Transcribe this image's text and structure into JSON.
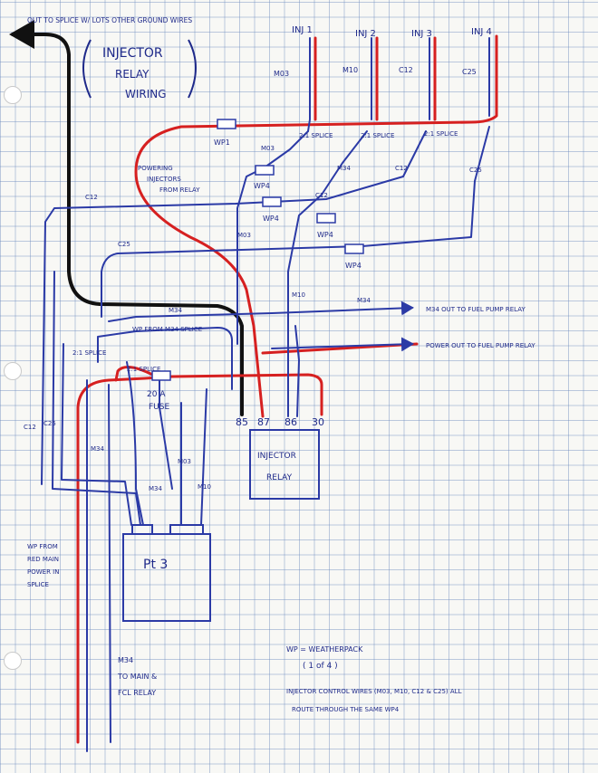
{
  "title": {
    "line1": "INJECTOR",
    "line2": "RELAY",
    "line3": "WIRING"
  },
  "top_note": "OUT TO SPLICE W/ LOTS OTHER GROUND WIRES",
  "injectors": [
    "INJ 1",
    "INJ 2",
    "INJ 3",
    "INJ 4"
  ],
  "top_wire_labels": [
    "M03",
    "M10",
    "C12",
    "C25"
  ],
  "splices": [
    "2:1 SPLICE",
    "2:1 SPLICE",
    "2:1 SPLICE"
  ],
  "wp_labels": {
    "wp1": "WP1",
    "wp4a": "WP4",
    "wp4b": "WP4",
    "wp4c": "WP4",
    "wp4d": "WP4"
  },
  "mid_wire_labels": {
    "m03a": "M03",
    "m03b": "M03",
    "m34a": "M34",
    "c12a": "C12",
    "c12b": "C12",
    "c12c": "C12",
    "c25a": "C25",
    "c25b": "C25",
    "m10a": "M10",
    "m34b": "M34",
    "m34c": "M34"
  },
  "powering_note": {
    "l1": "POWERING",
    "l2": "INJECTORS",
    "l3": "FROM RELAY"
  },
  "right_notes": {
    "pump": "M34 OUT TO FUEL PUMP RELAY",
    "power": "POWER OUT TO FUEL PUMP RELAY"
  },
  "left_notes": {
    "wp_from_m34": "WP FROM M34 SPLICE",
    "splice_a": "2:1 SPLICE",
    "splice_b": "2:1 SPLICE",
    "fuse_l1": "20 A",
    "fuse_l2": "FUSE"
  },
  "relay": {
    "pins": [
      "85",
      "87",
      "86",
      "30"
    ],
    "label_l1": "INJECTOR",
    "label_l2": "RELAY"
  },
  "connector": {
    "label": "Pt 3",
    "wires": [
      "M34",
      "M03",
      "M10"
    ]
  },
  "left_vertical": {
    "c12": "C12",
    "c25": "C25",
    "m34": "M34"
  },
  "left_side_note": [
    "WP FROM",
    "RED MAIN",
    "POWER IN",
    "SPLICE"
  ],
  "bottom_left_note": {
    "m34": "M34",
    "l1": "TO MAIN &",
    "l2": "FCL RELAY"
  },
  "legend": {
    "line1": "WP = WEATHERPACK",
    "line2": "( 1 of 4 )"
  },
  "footnote": {
    "line1": "INJECTOR CONTROL WIRES (M03, M10, C12 & C25) ALL",
    "line2": "ROUTE THROUGH THE SAME WP4"
  },
  "colors": {
    "blue": "#2b3aa6",
    "red": "#d62020",
    "black": "#111111",
    "ink": "#1f2a8a"
  }
}
